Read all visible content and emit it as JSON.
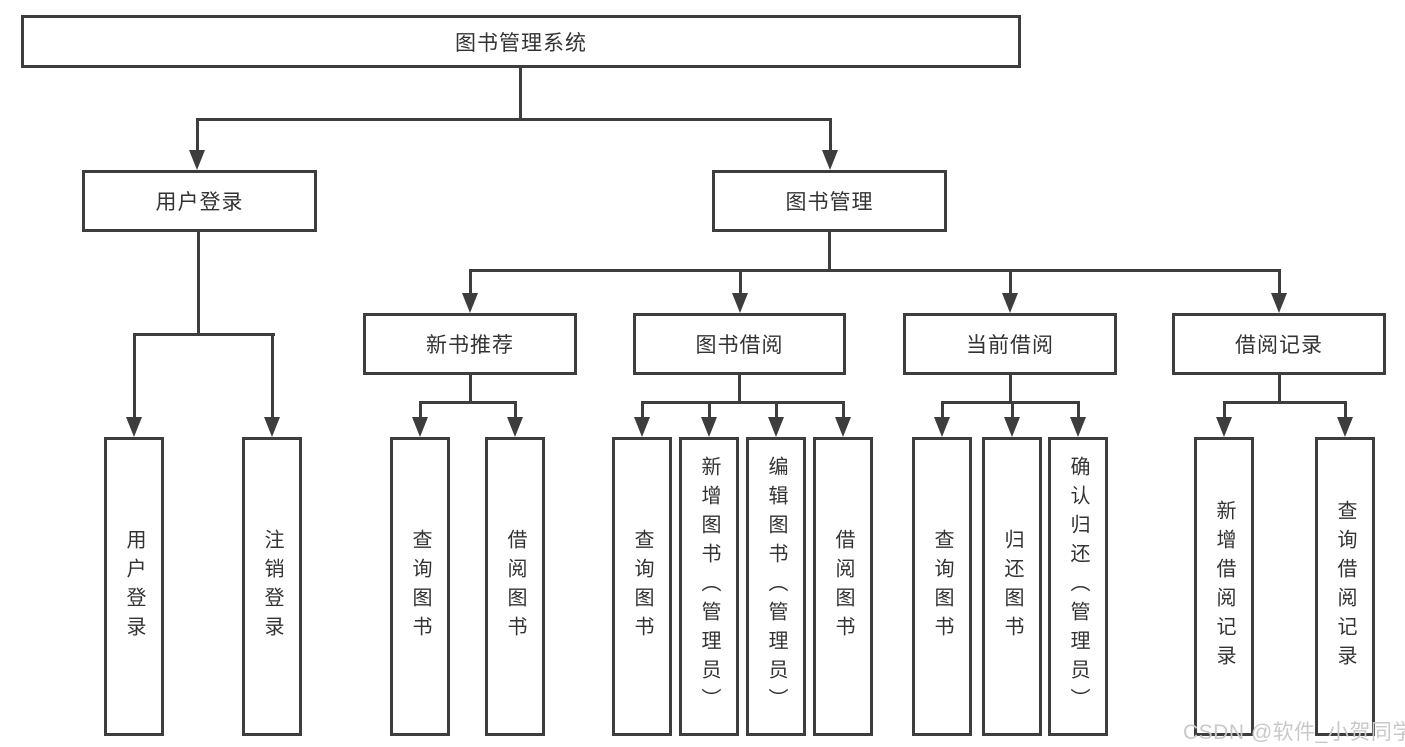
{
  "diagram": {
    "title_node": {
      "label": "图书管理系统"
    },
    "user_login": {
      "label": "用户登录",
      "children": [
        {
          "label": "用户登录"
        },
        {
          "label": "注销登录"
        }
      ]
    },
    "book_management": {
      "label": "图书管理",
      "sections": [
        {
          "label": "新书推荐",
          "children": [
            {
              "label": "查询图书"
            },
            {
              "label": "借阅图书"
            }
          ]
        },
        {
          "label": "图书借阅",
          "children": [
            {
              "label": "查询图书"
            },
            {
              "label": "新增图书（管理员）"
            },
            {
              "label": "编辑图书（管理员）"
            },
            {
              "label": "借阅图书"
            }
          ]
        },
        {
          "label": "当前借阅",
          "children": [
            {
              "label": "查询图书"
            },
            {
              "label": "归还图书"
            },
            {
              "label": "确认归还（管理员）"
            }
          ]
        },
        {
          "label": "借阅记录",
          "children": [
            {
              "label": "新增借阅记录"
            },
            {
              "label": "查询借阅记录"
            }
          ]
        }
      ]
    },
    "colors": {
      "line": "#3d3d3d",
      "text": "#333333",
      "watermark": "#c9c9c9"
    }
  },
  "watermark": {
    "text": "CSDN @软件_小贺同学"
  }
}
